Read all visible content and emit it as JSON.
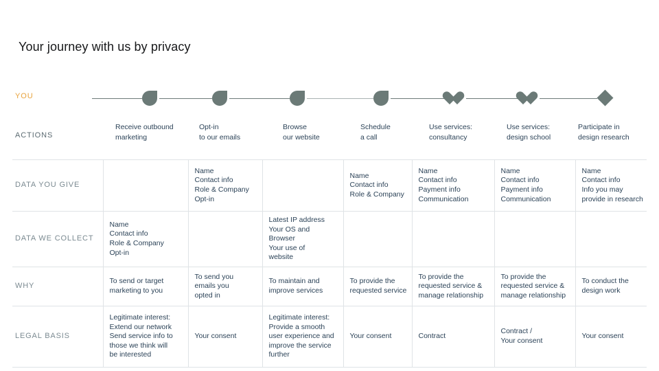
{
  "title": "Your journey with us by privacy",
  "colors": {
    "accent_you": "#e8a33d",
    "icon": "#6b7a77",
    "text_dark": "#2b4257",
    "row_label": "#7b8a91",
    "grid": "#dfe3e6",
    "connector": "#6d7a78"
  },
  "journey": {
    "label": "YOU",
    "nodes": [
      {
        "icon": "teardrop-icon",
        "name": "journey-node-receive-outbound-marketing"
      },
      {
        "icon": "teardrop-icon",
        "name": "journey-node-opt-in"
      },
      {
        "icon": "teardrop-icon",
        "name": "journey-node-browse-website"
      },
      {
        "icon": "teardrop-icon",
        "name": "journey-node-schedule-call"
      },
      {
        "icon": "heart-icon",
        "name": "journey-node-use-services-consultancy"
      },
      {
        "icon": "heart-icon",
        "name": "journey-node-use-services-design-school"
      },
      {
        "icon": "diamond-icon",
        "name": "journey-node-participate-design-research"
      }
    ]
  },
  "actions": {
    "label": "ACTIONS",
    "items": [
      {
        "line1": "Receive outbound",
        "line2": "marketing"
      },
      {
        "line1": "Opt-in",
        "line2": "to our emails"
      },
      {
        "line1": "Browse",
        "line2": "our website"
      },
      {
        "line1": "Schedule",
        "line2": "a call"
      },
      {
        "line1": "Use services:",
        "line2": "consultancy"
      },
      {
        "line1": "Use services:",
        "line2": "design school"
      },
      {
        "line1": "Participate in",
        "line2": "design research"
      }
    ]
  },
  "matrix": {
    "rows": [
      {
        "label": "DATA YOU GIVE",
        "name": "row-data-you-give",
        "cells": [
          [],
          [
            "Name",
            "Contact info",
            "Role & Company",
            "Opt-in"
          ],
          [],
          [
            "Name",
            "Contact info",
            "Role & Company"
          ],
          [
            "Name",
            "Contact info",
            "Payment info",
            "Communication"
          ],
          [
            "Name",
            "Contact info",
            "Payment info",
            "Communication"
          ],
          [
            "Name",
            "Contact info",
            "Info you may",
            "provide in research"
          ]
        ]
      },
      {
        "label": "DATA WE COLLECT",
        "name": "row-data-we-collect",
        "cells": [
          [
            "Name",
            "Contact info",
            "Role & Company",
            "Opt-in"
          ],
          [],
          [
            "Latest IP address",
            "Your OS and",
            "Browser",
            "Your use of",
            "website"
          ],
          [],
          [],
          [],
          []
        ]
      },
      {
        "label": "WHY",
        "name": "row-why",
        "cells": [
          [
            "To send or target",
            "marketing to you"
          ],
          [
            "To send you",
            "emails you",
            "opted in"
          ],
          [
            "To maintain and",
            "improve services"
          ],
          [
            "To provide the",
            "requested service"
          ],
          [
            "To provide the",
            "requested service &",
            "manage relationship"
          ],
          [
            "To provide the",
            "requested service &",
            "manage relationship"
          ],
          [
            "To conduct the",
            "design work"
          ]
        ]
      },
      {
        "label": "LEGAL BASIS",
        "name": "row-legal-basis",
        "cells": [
          [
            "Legitimate interest:",
            "Extend our network",
            "Send service info to",
            "those we think will",
            "be interested"
          ],
          [
            "Your consent"
          ],
          [
            "Legitimate interest:",
            "Provide a smooth",
            "user experience and",
            "improve the service",
            "further"
          ],
          [
            "Your consent"
          ],
          [
            "Contract"
          ],
          [
            "Contract /",
            "Your consent"
          ],
          [
            "Your consent"
          ]
        ]
      }
    ]
  }
}
